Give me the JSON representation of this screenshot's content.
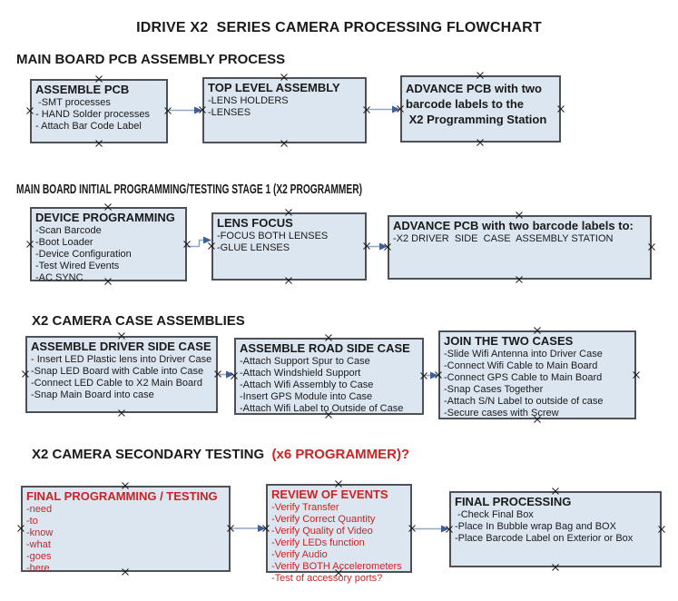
{
  "title": "IDRIVE X2  SERIES CAMERA PROCESSING FLOWCHART",
  "colors": {
    "text": "#1a1a1a",
    "red_text": "#cc2222",
    "box_fill": "#dce6f1",
    "box_border": "#4d5156",
    "arrow_line": "#8fa8c8",
    "arrow_head": "#3f5f96"
  },
  "sections": [
    {
      "heading": "MAIN BOARD PCB ASSEMBLY PROCESS",
      "boxes": [
        {
          "title": "ASSEMBLE PCB",
          "items": [
            " -SMT processes",
            "- HAND Solder processes",
            "- Attach Bar Code Label"
          ]
        },
        {
          "title": "TOP LEVEL ASSEMBLY",
          "items": [
            "-LENS HOLDERS",
            "-LENSES"
          ]
        },
        {
          "title": [
            "ADVANCE PCB with two",
            "barcode labels to the",
            " X2 Programming Station"
          ],
          "items": []
        }
      ]
    },
    {
      "heading": "MAIN BOARD INITIAL PROGRAMMING/TESTING STAGE 1 (X2 PROGRAMMER)",
      "boxes": [
        {
          "title": "DEVICE PROGRAMMING",
          "items": [
            "-Scan Barcode",
            "-Boot Loader",
            "-Device Configuration",
            "-Test Wired Events",
            "-AC SYNC"
          ]
        },
        {
          "title": "LENS FOCUS",
          "items": [
            "-FOCUS BOTH LENSES",
            "-GLUE LENSES"
          ]
        },
        {
          "title": "ADVANCE PCB with two barcode labels to:",
          "items": [
            "-X2 DRIVER  SIDE  CASE  ASSEMBLY STATION"
          ]
        }
      ]
    },
    {
      "heading": "X2 CAMERA CASE ASSEMBLIES",
      "boxes": [
        {
          "title": "ASSEMBLE DRIVER SIDE CASE",
          "items": [
            "- Insert LED Plastic lens into Driver Case",
            "-Snap LED Board with Cable into Case",
            "-Connect LED Cable to X2 Main Board",
            "-Snap Main Board into case"
          ]
        },
        {
          "title": "ASSEMBLE ROAD SIDE CASE",
          "items": [
            "-Attach Support Spur to Case",
            "-Attach Windshield Support",
            "-Attach Wifi Assembly to Case",
            "-Insert GPS Module into Case",
            "-Attach Wifi Label to Outside of Case"
          ]
        },
        {
          "title": "JOIN THE TWO CASES",
          "items": [
            "-Slide Wifi Antenna into Driver Case",
            "-Connect Wifi Cable to Main Board",
            "-Connect GPS Cable to Main Board",
            "-Snap Cases Together",
            "-Attach S/N Label to outside of case",
            "-Secure cases with Screw"
          ]
        }
      ]
    },
    {
      "heading": "X2 CAMERA SECONDARY TESTING",
      "heading_suffix": "  (x6 PROGRAMMER)?",
      "boxes": [
        {
          "title": "FINAL PROGRAMMING / TESTING",
          "items": [
            "-need",
            "-to",
            "-know",
            "-what",
            "-goes",
            "-here"
          ]
        },
        {
          "title": "REVIEW OF EVENTS",
          "items": [
            "-Verify Transfer",
            "-Verify Correct Quantity",
            "-Verify Quality of Video",
            "-Verify LEDs function",
            "-Verify Audio",
            "-Verify BOTH Accelerometers",
            "-Test of accessory ports?"
          ]
        },
        {
          "title": "FINAL PROCESSING",
          "items": [
            " -Check Final Box",
            "-Place In Bubble wrap Bag and BOX",
            "-Place Barcode Label on Exterior or Box"
          ]
        }
      ]
    }
  ]
}
